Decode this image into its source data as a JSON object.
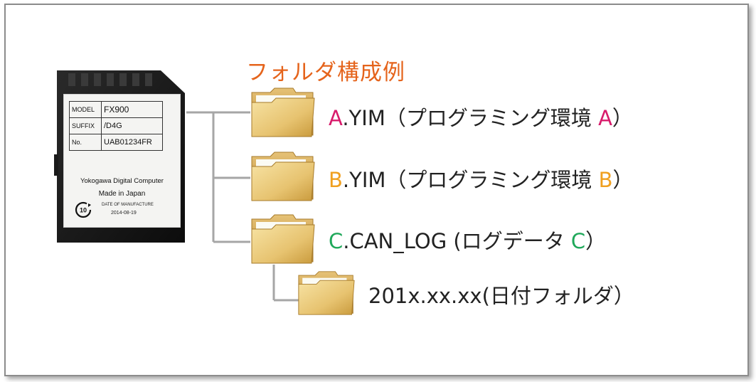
{
  "heading": "フォルダ構成例",
  "sd_card": {
    "rows": [
      {
        "key": "MODEL",
        "value": "FX900"
      },
      {
        "key": "SUFFIX",
        "value": "/D4G"
      },
      {
        "key": "No.",
        "value": "UAB01234FR"
      }
    ],
    "maker": "Yokogawa Digital Computer",
    "made_in": "Made in Japan",
    "mark_number": "10",
    "date_label": "DATE OF MANUFACTURE",
    "date_value": "2014-08-19"
  },
  "folders": [
    {
      "letter": "A",
      "text": ".YIM（プログラミング環境 ",
      "letter_end": "A",
      "close": "）"
    },
    {
      "letter": "B",
      "text": ".YIM（プログラミング環境 ",
      "letter_end": "B",
      "close": "）"
    },
    {
      "letter": "C",
      "text": ".CAN_LOG (ログデータ ",
      "letter_end": "C",
      "close": "）"
    }
  ],
  "subfolder": {
    "text": "201x.xx.xx(日付フォルダ）"
  },
  "colors": {
    "heading": "#e5641c",
    "accent_a": "#d81b6b",
    "accent_b": "#f0a020",
    "accent_c": "#1fa85a",
    "connector": "#a6a6a6",
    "folder_light": "#f1d78a",
    "folder_dark": "#c99a3c"
  }
}
